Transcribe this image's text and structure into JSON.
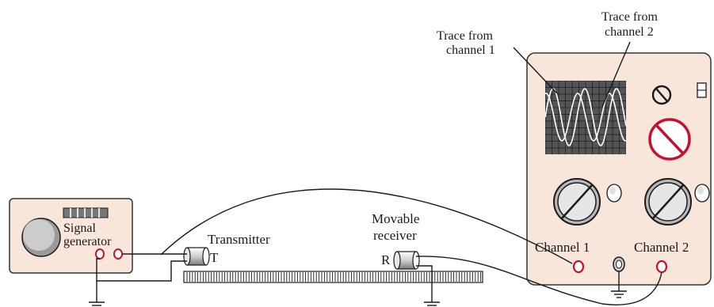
{
  "colors": {
    "panel_fill": "#f7e6d9",
    "panel_stroke": "#333333",
    "screen_fill": "#555555",
    "grid_line": "#2a2a2a",
    "trace": "#ffffff",
    "knob_red": "#c8102e",
    "terminal_red": "#c8102e",
    "line": "#1a1a1a"
  },
  "labels": {
    "trace_ch1_line1": "Trace from",
    "trace_ch1_line2": "channel 1",
    "trace_ch2_line1": "Trace from",
    "trace_ch2_line2": "channel 2",
    "signal_line1": "Signal",
    "signal_line2": "generator",
    "transmitter": "Transmitter",
    "transmitter_letter": "T",
    "receiver_line1": "Movable",
    "receiver_line2": "receiver",
    "receiver_letter": "R",
    "channel1": "Channel 1",
    "channel2": "Channel 2"
  },
  "icons": {
    "oscilloscope_knob": "slashed-circle-knob-icon",
    "toggle_switch": "toggle-switch-icon",
    "terminal": "terminal-jack-icon",
    "ground": "ground-symbol-icon"
  }
}
